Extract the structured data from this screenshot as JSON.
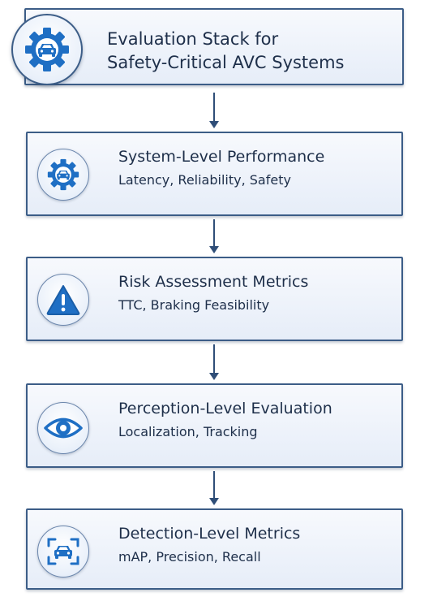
{
  "title": {
    "line1": "Evaluation Stack for",
    "line2": "Safety-Critical AVC Systems",
    "icon": "gear-car-icon"
  },
  "stages": [
    {
      "title": "System-Level Performance",
      "subtitle": "Latency, Reliability, Safety",
      "icon": "gear-car-icon"
    },
    {
      "title": "Risk Assessment Metrics",
      "subtitle": "TTC, Braking Feasibility",
      "icon": "warning-icon"
    },
    {
      "title": "Perception-Level Evaluation",
      "subtitle": "Localization, Tracking",
      "icon": "eye-icon"
    },
    {
      "title": "Detection-Level Metrics",
      "subtitle": "mAP, Precision, Recall",
      "icon": "car-detection-icon"
    }
  ],
  "colors": {
    "accent": "#1f6fc4",
    "border": "#3c5d87",
    "text": "#1e2f4a",
    "arrow": "#2f4e78"
  }
}
